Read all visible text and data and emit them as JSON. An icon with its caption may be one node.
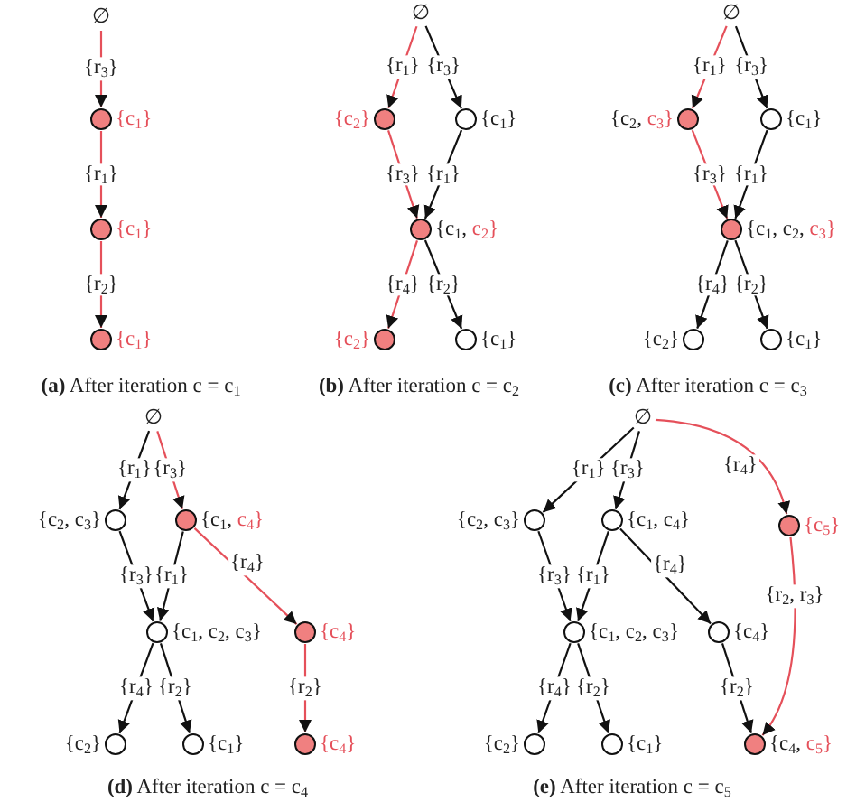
{
  "diagram": {
    "nodes": [
      {
        "text": [
          "∅"
        ]
      },
      {
        "text": [],
        "shape": "circle",
        "beside": [
          "{c$_{1}$}"
        ]
      },
      {
        "text": [],
        "shape": "circle",
        "beside": [
          "{c$_{1}$}"
        ]
      },
      {
        "text": [],
        "shape": "circle",
        "beside": [
          "{c$_{1}$}"
        ]
      },
      {
        "text": [
          "∅"
        ]
      },
      {
        "text": [],
        "shape": "circle",
        "beside": [
          "{c$_{2}$}"
        ]
      },
      {
        "text": [],
        "shape": "circle",
        "beside": [
          "{c$_{1}$}"
        ]
      },
      {
        "text": [],
        "shape": "circle",
        "beside": [
          "{c$_{1}$, c$_{2}$}"
        ]
      },
      {
        "text": [],
        "shape": "circle",
        "beside": [
          "{c$_{2}$}"
        ]
      },
      {
        "text": [],
        "shape": "circle",
        "beside": [
          "{c$_{1}$}"
        ]
      },
      {
        "text": [
          "∅"
        ]
      },
      {
        "text": [],
        "shape": "circle",
        "beside": [
          "{c$_{2}$, c$_{3}$}"
        ]
      },
      {
        "text": [],
        "shape": "circle",
        "beside": [
          "{c$_{1}$}"
        ]
      },
      {
        "text": [],
        "shape": "circle",
        "beside": [
          "{c$_{1}$, c$_{2}$, c$_{3}$}"
        ]
      },
      {
        "text": [],
        "shape": "circle",
        "beside": [
          "{c$_{2}$}"
        ]
      },
      {
        "text": [],
        "shape": "circle",
        "beside": [
          "{c$_{1}$}"
        ]
      },
      {
        "text": [
          "∅"
        ]
      },
      {
        "text": [],
        "shape": "circle",
        "beside": [
          "{c$_{2}$, c$_{3}$}"
        ]
      },
      {
        "text": [],
        "shape": "circle",
        "beside": [
          "{c$_{1}$, c$_{4}$}"
        ]
      },
      {
        "text": [],
        "shape": "circle",
        "beside": [
          "{c$_{1}$, c$_{2}$, c$_{3}$}"
        ]
      },
      {
        "text": [],
        "shape": "circle",
        "beside": [
          "{c$_{4}$}"
        ]
      },
      {
        "text": [],
        "shape": "circle",
        "beside": [
          "{c$_{2}$}"
        ]
      },
      {
        "text": [],
        "shape": "circle",
        "beside": [
          "{c$_{1}$}"
        ]
      },
      {
        "text": [],
        "shape": "circle",
        "beside": [
          "{c$_{4}$}"
        ]
      },
      {
        "text": [
          "∅"
        ]
      },
      {
        "text": [],
        "shape": "circle",
        "beside": [
          "{c$_{2}$, c$_{3}$}"
        ]
      },
      {
        "text": [],
        "shape": "circle",
        "beside": [
          "{c$_{1}$, c$_{4}$}"
        ]
      },
      {
        "text": [],
        "shape": "circle",
        "beside": [
          "{c$_{5}$}"
        ]
      },
      {
        "text": [],
        "shape": "circle",
        "beside": [
          "{c$_{1}$, c$_{2}$, c$_{3}$}"
        ]
      },
      {
        "text": [],
        "shape": "circle",
        "beside": [
          "{c$_{4}$}"
        ]
      },
      {
        "text": [],
        "shape": "circle",
        "beside": [
          "{c$_{2}$}"
        ]
      },
      {
        "text": [],
        "shape": "circle",
        "beside": [
          "{c$_{1}$}"
        ]
      },
      {
        "text": [],
        "shape": "circle",
        "beside": [
          "{c$_{4}$, c$_{5}$}"
        ]
      }
    ],
    "edges": [
      {
        "from": 0,
        "to": 1,
        "arrow": "to",
        "label": "{r$_{3}$}",
        "color": "#e5505a"
      },
      {
        "from": 1,
        "to": 2,
        "arrow": "to",
        "label": "{r$_{1}$}",
        "color": "#e5505a"
      },
      {
        "from": 2,
        "to": 3,
        "arrow": "to",
        "label": "{r$_{2}$}",
        "color": "#e5505a"
      },
      {
        "from": 4,
        "to": 5,
        "arrow": "to",
        "label": "{r$_{1}$}",
        "color": "#e5505a"
      },
      {
        "from": 4,
        "to": 6,
        "arrow": "to",
        "label": "{r$_{3}$}"
      },
      {
        "from": 5,
        "to": 7,
        "arrow": "to",
        "label": "{r$_{3}$}",
        "color": "#e5505a"
      },
      {
        "from": 6,
        "to": 7,
        "arrow": "to",
        "label": "{r$_{1}$}"
      },
      {
        "from": 7,
        "to": 8,
        "arrow": "to",
        "label": "{r$_{4}$}",
        "color": "#e5505a"
      },
      {
        "from": 7,
        "to": 9,
        "arrow": "to",
        "label": "{r$_{2}$}"
      },
      {
        "from": 10,
        "to": 11,
        "arrow": "to",
        "label": "{r$_{1}$}",
        "color": "#e5505a"
      },
      {
        "from": 10,
        "to": 12,
        "arrow": "to",
        "label": "{r$_{3}$}"
      },
      {
        "from": 11,
        "to": 13,
        "arrow": "to",
        "label": "{r$_{3}$}",
        "color": "#e5505a"
      },
      {
        "from": 12,
        "to": 13,
        "arrow": "to",
        "label": "{r$_{1}$}"
      },
      {
        "from": 13,
        "to": 14,
        "arrow": "to",
        "label": "{r$_{4}$}"
      },
      {
        "from": 13,
        "to": 15,
        "arrow": "to",
        "label": "{r$_{2}$}"
      },
      {
        "from": 16,
        "to": 17,
        "arrow": "to",
        "label": "{r$_{1}$}"
      },
      {
        "from": 16,
        "to": 18,
        "arrow": "to",
        "label": "{r$_{3}$}",
        "color": "#e5505a"
      },
      {
        "from": 17,
        "to": 19,
        "arrow": "to",
        "label": "{r$_{3}$}"
      },
      {
        "from": 18,
        "to": 19,
        "arrow": "to",
        "label": "{r$_{1}$}"
      },
      {
        "from": 18,
        "to": 20,
        "arrow": "to",
        "label": "{r$_{4}$}",
        "color": "#e5505a"
      },
      {
        "from": 19,
        "to": 21,
        "arrow": "to",
        "label": "{r$_{4}$}"
      },
      {
        "from": 19,
        "to": 22,
        "arrow": "to",
        "label": "{r$_{2}$}"
      },
      {
        "from": 20,
        "to": 23,
        "arrow": "to",
        "label": "{r$_{2}$}",
        "color": "#e5505a"
      },
      {
        "from": 24,
        "to": 25,
        "arrow": "to",
        "label": "{r$_{1}$}"
      },
      {
        "from": 24,
        "to": 26,
        "arrow": "to",
        "label": "{r$_{3}$}"
      },
      {
        "from": 24,
        "to": 27,
        "arrow": "to",
        "label": "{r$_{4}$}",
        "color": "#e5505a"
      },
      {
        "from": 25,
        "to": 28,
        "arrow": "to",
        "label": "{r$_{3}$}"
      },
      {
        "from": 26,
        "to": 28,
        "arrow": "to",
        "label": "{r$_{1}$}"
      },
      {
        "from": 26,
        "to": 29,
        "arrow": "to",
        "label": "{r$_{4}$}"
      },
      {
        "from": 27,
        "to": 32,
        "arrow": "to",
        "label": "{r$_{2}$, r$_{3}$}",
        "color": "#e5505a"
      },
      {
        "from": 28,
        "to": 30,
        "arrow": "to",
        "label": "{r$_{4}$}"
      },
      {
        "from": 28,
        "to": 31,
        "arrow": "to",
        "label": "{r$_{2}$}"
      },
      {
        "from": 29,
        "to": 32,
        "arrow": "to",
        "label": "{r$_{2}$}"
      }
    ],
    "labels": [
      "**(a)** After iteration c = c$_{1}$",
      "**(b)** After iteration c = c$_{2}$",
      "**(c)** After iteration c = c$_{3}$",
      "**(d)** After iteration c = c$_{4}$",
      "**(e)** After iteration c = c$_{5}$"
    ]
  }
}
